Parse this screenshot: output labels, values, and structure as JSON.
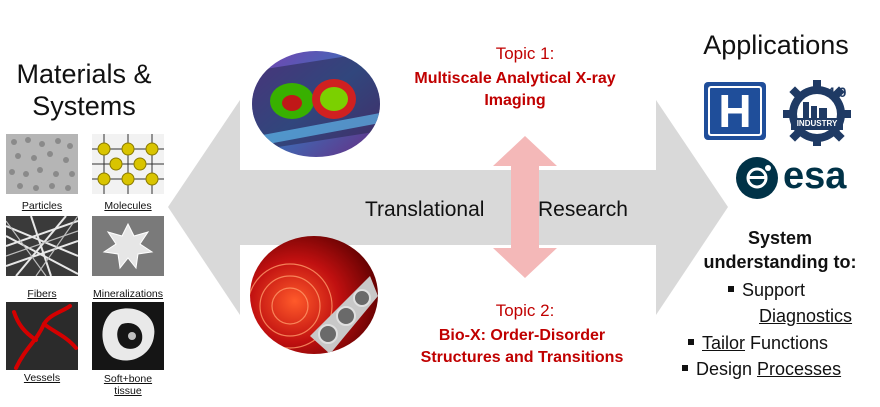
{
  "left": {
    "title_line1": "Materials &",
    "title_line2": "Systems",
    "samples": [
      {
        "label": "Particles"
      },
      {
        "label": "Molecules"
      },
      {
        "label": "Fibers"
      },
      {
        "label": "Mineralizations"
      },
      {
        "label": "Vessels"
      },
      {
        "label": "Soft+bone",
        "label2": "tissue"
      }
    ]
  },
  "center": {
    "topic1_head": "Topic 1:",
    "topic1_line1": "Multiscale Analytical X-ray",
    "topic1_line2": "Imaging",
    "topic2_head": "Topic 2:",
    "topic2_line1": "Bio-X: Order-Disorder",
    "topic2_line2": "Structures and Transitions",
    "word_left": "Translational",
    "word_right": "Research"
  },
  "right": {
    "title": "Applications",
    "logos": {
      "hospital_letter": "H",
      "industry_version": "4.0",
      "industry_text": "INDUSTRY",
      "esa_text": "esa"
    },
    "system_line1": "System",
    "system_line2": "understanding to:",
    "bullets": [
      {
        "pre": "Support",
        "u": "",
        "post": ""
      },
      {
        "pre": "",
        "u": "Diagnostics",
        "post": ""
      },
      {
        "pre": "",
        "u": "Tailor",
        "post": " Functions"
      },
      {
        "pre": "Design ",
        "u": "Processes",
        "post": ""
      }
    ]
  },
  "colors": {
    "accent_red": "#c00000",
    "arrow_gray": "#d9d9d9",
    "vertical_arrow": "#f4b8b8",
    "hospital_blue": "#1f4e9a",
    "industry_navy": "#1f3a64",
    "esa_navy": "#003247"
  }
}
